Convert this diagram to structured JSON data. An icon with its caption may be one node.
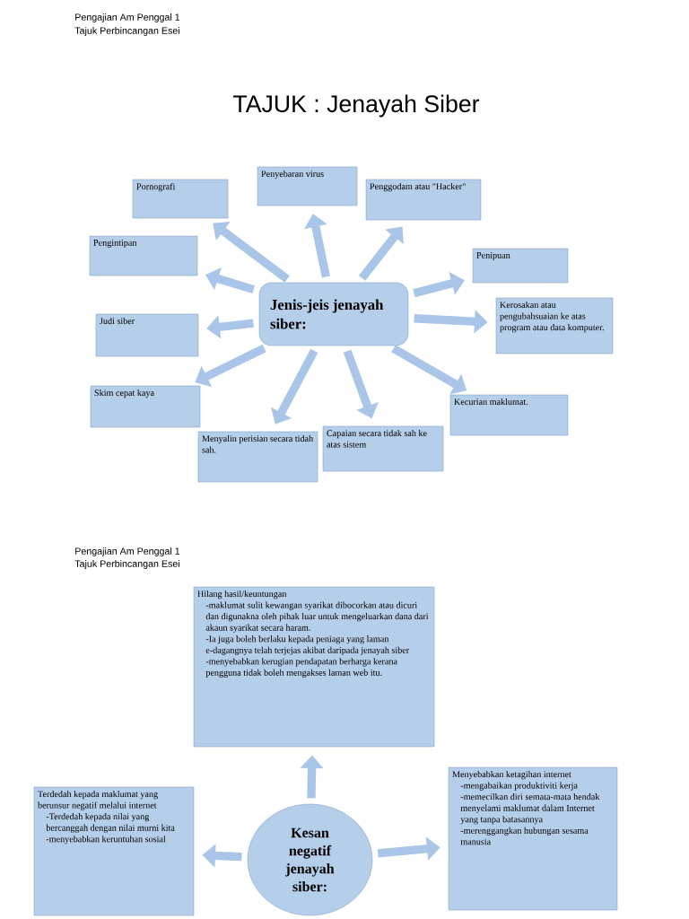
{
  "diagram": {
    "title": "TAJUK : Jenayah Siber",
    "nodes": [
      {
        "text": [
          "Jenis-jeis jenayah siber:"
        ]
      },
      {
        "text": [
          "Pornografi"
        ]
      },
      {
        "text": [
          "Penyebaran virus"
        ]
      },
      {
        "text": [
          "Penggodam atau \"Hacker\""
        ]
      },
      {
        "text": [
          "Pengintipan"
        ]
      },
      {
        "text": [
          "Penipuan"
        ]
      },
      {
        "text": [
          "Kerosakan atau pengubahsuaian ke atas program atau data komputer."
        ]
      },
      {
        "text": [
          "Judi siber"
        ]
      },
      {
        "text": [
          "Skim cepat kaya"
        ]
      },
      {
        "text": [
          "Menyalin perisian secara tidah sah."
        ]
      },
      {
        "text": [
          "Capaian secara tidak sah ke atas sistem"
        ]
      },
      {
        "text": [
          "Kecurian maklumat."
        ]
      },
      {
        "text": [
          "Kesan negatif jenayah siber:"
        ]
      },
      {
        "text": [
          "Hilang hasil/keuntungan",
          "-maklumat sulit kewangan syarikat dibocorkan atau dicuri dan digunakna oleh pihak luar untuk mengeluarkan dana dari akaun syarikat secara haram.",
          "-Ia juga boleh berlaku kepada peniaga yang laman e-dagangnya telah terjejas akibat daripada jenayah siber",
          "-menyebabkan kerugian pendapatan berharga kerana pengguna tidak boleh mengakses laman web itu."
        ]
      },
      {
        "text": [
          "Terdedah kepada maklumat yang berunsur negatif melalui internet",
          "-Terdedah kepada nilai yang bercanggah dengan nilai murni kita",
          "-menyebabkan keruntuhan sosial"
        ]
      },
      {
        "text": [
          "Menyebabkan ketagihan internet",
          "-mengabaikan produktiviti kerja",
          "-memecilkan diri semata-mata hendak menyelami maklumat dalam Internet yang tanpa batasannya",
          "-merenggangkan hubungan sesama manusia"
        ]
      }
    ],
    "edges": [
      {
        "from": 0,
        "to": 1,
        "arrow": "to"
      },
      {
        "from": 0,
        "to": 2,
        "arrow": "to"
      },
      {
        "from": 0,
        "to": 3,
        "arrow": "to"
      },
      {
        "from": 0,
        "to": 4,
        "arrow": "to"
      },
      {
        "from": 0,
        "to": 5,
        "arrow": "to"
      },
      {
        "from": 0,
        "to": 6,
        "arrow": "to"
      },
      {
        "from": 0,
        "to": 7,
        "arrow": "to"
      },
      {
        "from": 0,
        "to": 8,
        "arrow": "to"
      },
      {
        "from": 0,
        "to": 9,
        "arrow": "to"
      },
      {
        "from": 0,
        "to": 10,
        "arrow": "to"
      },
      {
        "from": 0,
        "to": 11,
        "arrow": "to"
      },
      {
        "from": 12,
        "to": 13,
        "arrow": "to"
      },
      {
        "from": 12,
        "to": 14,
        "arrow": "to"
      },
      {
        "from": 12,
        "to": 15,
        "arrow": "to"
      }
    ],
    "labels": [
      "Pengajian Am Penggal 1",
      "Tajuk Perbincangan Esei",
      "Pengajian Am Penggal 1",
      "Tajuk Perbincangan Esei"
    ]
  }
}
